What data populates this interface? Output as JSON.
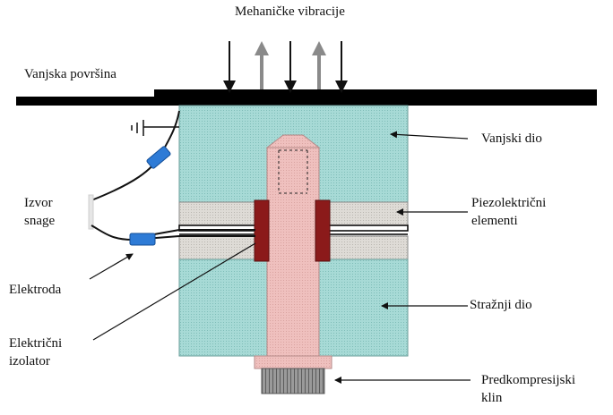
{
  "title": "Mehaničke vibracije",
  "labels": {
    "outer_surface": "Vanjska površina",
    "outer_part": "Vanjski dio",
    "piezo_line1": "Piezolektrični",
    "piezo_line2": "elementi",
    "power_line1": "Izvor",
    "power_line2": "snage",
    "electrode": "Elektroda",
    "rear_part": "Stražnji dio",
    "insulator_line1": "Električni",
    "insulator_line2": "izolator",
    "prestress_line1": "Predkompresijski",
    "prestress_line2": "klin"
  },
  "colors": {
    "housing": "#a7dad6",
    "bolt": "#efc0be",
    "insulator": "#8b1a1a",
    "ceramic": "#d9d6d0",
    "connector": "#2e7bd6",
    "arrow_in": "#111111",
    "arrow_out": "#8a8a8a"
  }
}
